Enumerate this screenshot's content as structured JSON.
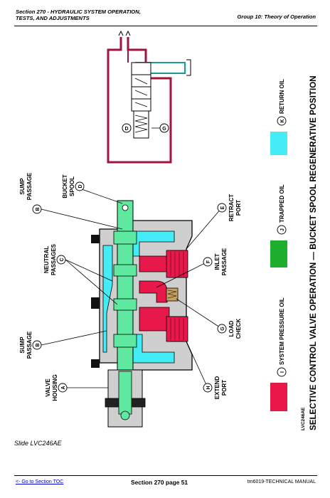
{
  "header": {
    "section_line1": "Section 270 - HYDRAULIC SYSTEM OPERATION,",
    "section_line2": "TESTS, AND ADJUSTMENTS",
    "group": "Group 10: Theory of Operation"
  },
  "diagram": {
    "title": "SELECTIVE CONTROL VALVE OPERATION — BUCKET SPOOL REGENERATIVE POSITION",
    "figure_id": "LVC246AE",
    "schematic_letters": {
      "d": "D",
      "g": "G"
    },
    "legend": [
      {
        "letter": "I",
        "label": "SYSTEM PRESSURE OIL",
        "color": "#e8184a"
      },
      {
        "letter": "J",
        "label": "TRAPPED OIL",
        "color": "#1fad2e"
      },
      {
        "letter": "K",
        "label": "RETURN OIL",
        "color": "#44ecf5"
      }
    ],
    "callouts": {
      "a": {
        "letter": "A",
        "line1": "VALVE",
        "line2": "HOUSING"
      },
      "b1": {
        "letter": "B",
        "line1": "SUMP",
        "line2": "PASSAGE"
      },
      "b2": {
        "letter": "B",
        "line1": "SUMP",
        "line2": "PASSAGE"
      },
      "c": {
        "letter": "C",
        "line1": "NEUTRAL",
        "line2": "PASSAGES"
      },
      "d": {
        "letter": "D",
        "line1": "BUCKET",
        "line2": "SPOOL"
      },
      "e": {
        "letter": "E",
        "line1": "RETRACT",
        "line2": "PORT"
      },
      "f": {
        "letter": "F",
        "line1": "INLET",
        "line2": "PASSAGE"
      },
      "g": {
        "letter": "G",
        "line1": "LOAD",
        "line2": "CHECK"
      },
      "h": {
        "letter": "H",
        "line1": "EXTEND",
        "line2": "PORT"
      }
    },
    "colors": {
      "pressure": "#e8184a",
      "trapped": "#1fad2e",
      "return": "#44ecf5",
      "spool": "#5ee8a0",
      "housing": "#cfcfcf",
      "line_dark_red": "#a0153e",
      "line_teal": "#199a9a"
    }
  },
  "slide_caption": "Slide LVC246AE",
  "footer": {
    "toc_link": "<- Go to Section TOC",
    "page": "Section 270 page 51",
    "manual": "tm6019-TECHNICAL MANUAL"
  }
}
